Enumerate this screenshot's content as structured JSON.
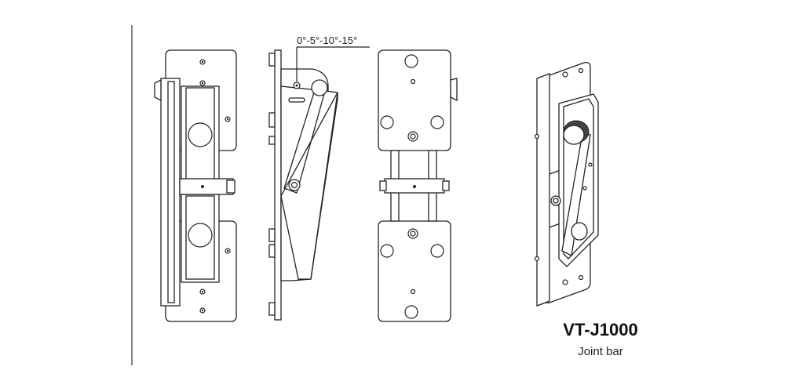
{
  "annotation": {
    "angle_label": "0°-5°-10°-15°"
  },
  "product": {
    "model": "VT-J1000",
    "name": "Joint bar"
  },
  "colors": {
    "line": "#222222",
    "background": "#ffffff"
  }
}
